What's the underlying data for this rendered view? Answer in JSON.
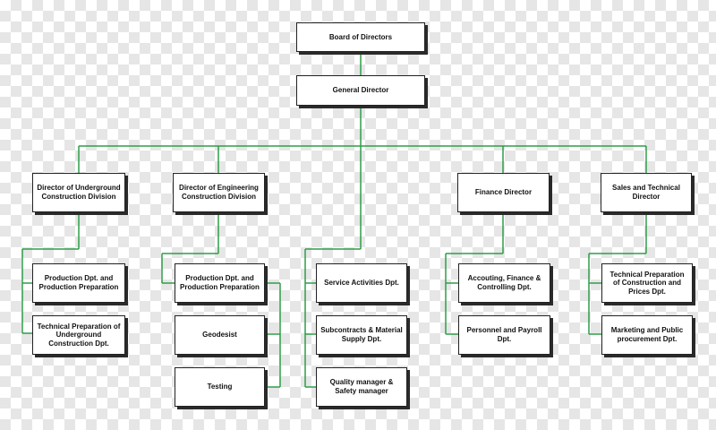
{
  "colors": {
    "connector": "#2f9e49",
    "box_border": "#222222",
    "box_fill": "#ffffff"
  },
  "nodes": {
    "board": "Board of Directors",
    "general_director": "General Director",
    "underground_director": "Director of Underground Construction Division",
    "engineering_director": "Director of Engineering Construction Division",
    "finance_director": "Finance Director",
    "sales_director": "Sales and Technical Director",
    "ug_production": "Production Dpt. and Production Preparation",
    "ug_technical": "Technical Preparation of Underground Construction Dpt.",
    "eng_production": "Production Dpt. and Production Preparation",
    "eng_geodesist": "Geodesist",
    "eng_testing": "Testing",
    "service_activities": "Service Activities Dpt.",
    "subcontracts": "Subcontracts & Material Supply Dpt.",
    "quality_safety": "Quality manager & Safety manager",
    "accounting": "Accouting, Finance & Controlling Dpt.",
    "personnel": "Personnel and Payroll Dpt.",
    "tech_prep_prices": "Technical Preparation of Construction and Prices Dpt.",
    "marketing": "Marketing and Public procurement Dpt."
  }
}
